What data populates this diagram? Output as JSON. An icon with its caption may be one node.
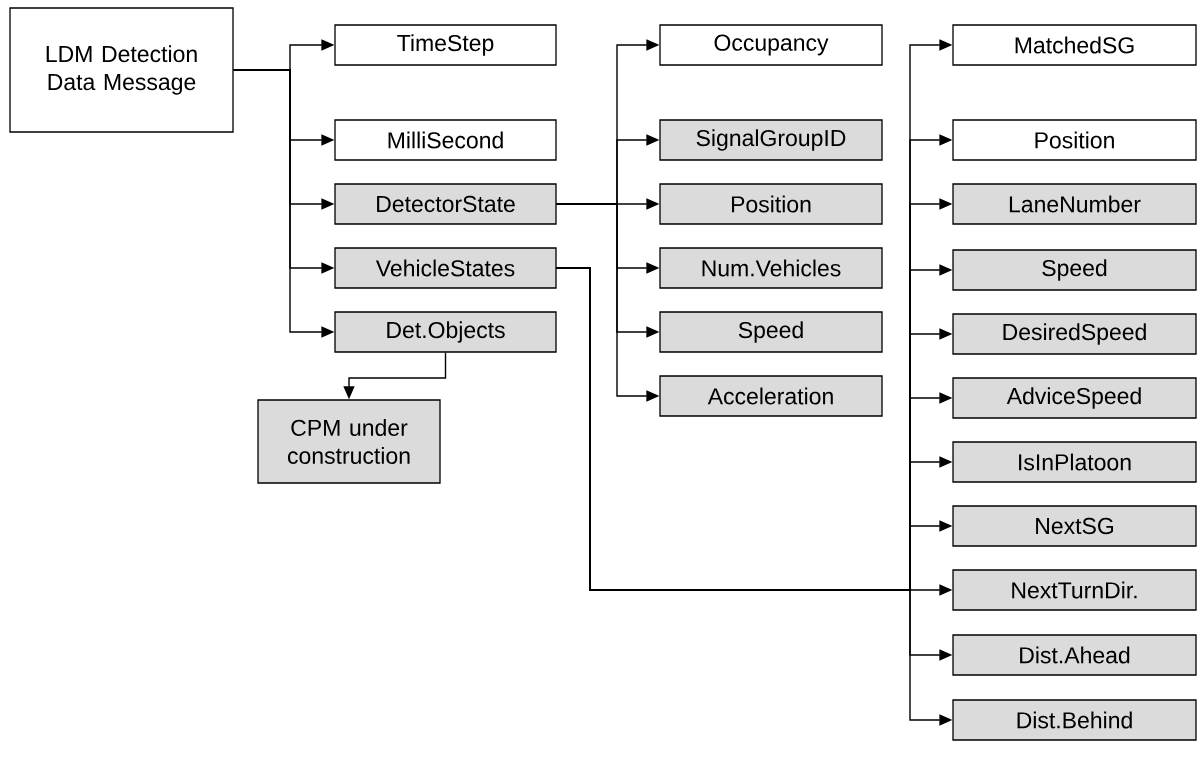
{
  "diagram": {
    "nodes": [
      {
        "text": [
          "LDM Detection Data Message"
        ]
      },
      {
        "text": [
          "TimeStep"
        ]
      },
      {
        "text": [
          "MilliSecond"
        ]
      },
      {
        "text": [
          "DetectorState"
        ]
      },
      {
        "text": [
          "VehicleStates"
        ]
      },
      {
        "text": [
          "Det.Objects"
        ]
      },
      {
        "text": [
          "CPM under construction"
        ]
      },
      {
        "text": [
          "Occupancy"
        ]
      },
      {
        "text": [
          "SignalGroupID"
        ]
      },
      {
        "text": [
          "Position"
        ]
      },
      {
        "text": [
          "Num.Vehicles"
        ]
      },
      {
        "text": [
          "Speed"
        ]
      },
      {
        "text": [
          "Acceleration"
        ]
      },
      {
        "text": [
          "MatchedSG"
        ]
      },
      {
        "text": [
          "Position"
        ]
      },
      {
        "text": [
          "LaneNumber"
        ]
      },
      {
        "text": [
          "Speed"
        ]
      },
      {
        "text": [
          "DesiredSpeed"
        ]
      },
      {
        "text": [
          "AdviceSpeed"
        ]
      },
      {
        "text": [
          "IsInPlatoon"
        ]
      },
      {
        "text": [
          "NextSG"
        ]
      },
      {
        "text": [
          "NextTurnDir."
        ]
      },
      {
        "text": [
          "Dist.Ahead"
        ]
      },
      {
        "text": [
          "Dist.Behind"
        ]
      }
    ],
    "edges": [
      {
        "from": 0,
        "to": 1,
        "arrow": "to"
      },
      {
        "from": 0,
        "to": 2,
        "arrow": "to"
      },
      {
        "from": 0,
        "to": 3,
        "arrow": "to"
      },
      {
        "from": 0,
        "to": 4,
        "arrow": "to"
      },
      {
        "from": 0,
        "to": 5,
        "arrow": "to"
      },
      {
        "from": 5,
        "to": 6,
        "arrow": "to"
      },
      {
        "from": 3,
        "to": 7,
        "arrow": "to"
      },
      {
        "from": 3,
        "to": 8,
        "arrow": "to"
      },
      {
        "from": 3,
        "to": 9,
        "arrow": "to"
      },
      {
        "from": 3,
        "to": 10,
        "arrow": "to"
      },
      {
        "from": 3,
        "to": 11,
        "arrow": "to"
      },
      {
        "from": 3,
        "to": 12,
        "arrow": "to"
      },
      {
        "from": 4,
        "to": 13,
        "arrow": "to"
      },
      {
        "from": 4,
        "to": 14,
        "arrow": "to"
      },
      {
        "from": 4,
        "to": 15,
        "arrow": "to"
      },
      {
        "from": 4,
        "to": 16,
        "arrow": "to"
      },
      {
        "from": 4,
        "to": 17,
        "arrow": "to"
      },
      {
        "from": 4,
        "to": 18,
        "arrow": "to"
      },
      {
        "from": 4,
        "to": 19,
        "arrow": "to"
      },
      {
        "from": 4,
        "to": 20,
        "arrow": "to"
      },
      {
        "from": 4,
        "to": 21,
        "arrow": "to"
      },
      {
        "from": 4,
        "to": 22,
        "arrow": "to"
      },
      {
        "from": 4,
        "to": 23,
        "arrow": "to"
      }
    ]
  }
}
